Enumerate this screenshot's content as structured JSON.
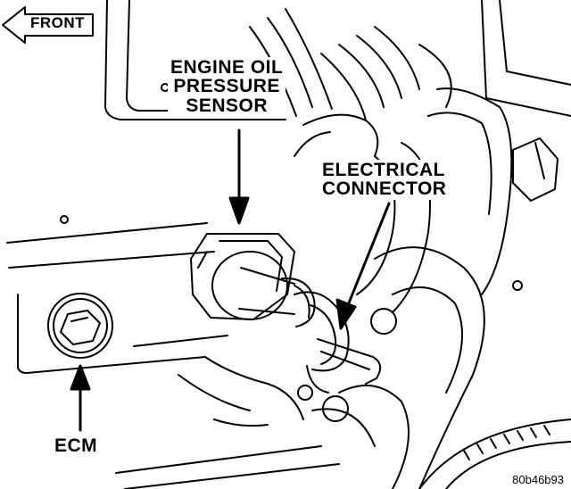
{
  "labels": {
    "front": "FRONT",
    "oil_sensor": [
      "ENGINE OIL",
      "PRESSURE",
      "SENSOR"
    ],
    "connector": [
      "ELECTRICAL",
      "CONNECTOR"
    ],
    "ecm": "ECM",
    "figure_code": "80b46b93"
  },
  "icons": [
    "front-arrow-icon",
    "leader-arrow-icon"
  ]
}
